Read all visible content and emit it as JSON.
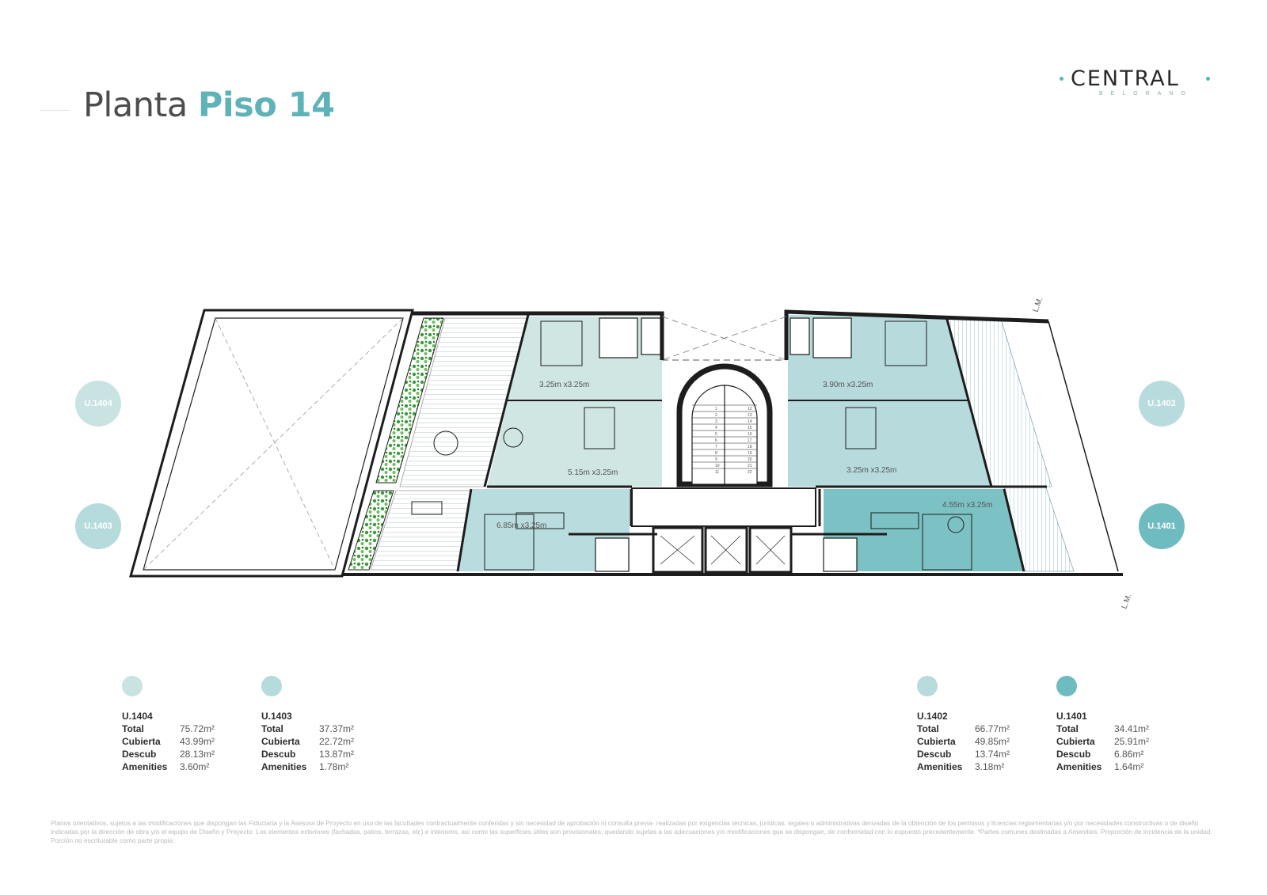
{
  "header": {
    "title_word1": "Planta",
    "title_word2": "Piso 14"
  },
  "logo": {
    "name": "CENTRAL",
    "subtitle": "BELGRANO"
  },
  "colors": {
    "accent": "#5fb3b8",
    "unit_1404": "#cfe6e3",
    "unit_1403": "#b9dcde",
    "unit_1402": "#b7dadd",
    "unit_1401": "#7cc2c4",
    "badge_1404": "#c8e3e1",
    "badge_1403": "#b6dbdc",
    "badge_1402": "#b8dbdd",
    "badge_1401": "#6fbcc0",
    "walls": "#1d1d1d",
    "plants": "#3a9a3e"
  },
  "plan": {
    "badges": [
      "U.1404",
      "U.1403",
      "U.1402",
      "U.1401"
    ],
    "lm_label": "L.M.",
    "dimensions": [
      "3.25m x3.25m",
      "5.15m x3.25m",
      "6.85m x3.25m",
      "3.90m x3.25m",
      "3.25m x3.25m",
      "4.55m x3.25m"
    ],
    "stair_numbers": [
      "1",
      "2",
      "3",
      "4",
      "5",
      "6",
      "7",
      "8",
      "9",
      "10",
      "11",
      "12",
      "13",
      "14",
      "15",
      "16",
      "17",
      "18",
      "19",
      "20",
      "21",
      "22"
    ]
  },
  "units": [
    {
      "name": "U.1404",
      "rows": [
        {
          "k": "Total",
          "v": "75.72m²"
        },
        {
          "k": "Cubierta",
          "v": "43.99m²"
        },
        {
          "k": "Descub",
          "v": "28.13m²"
        },
        {
          "k": "Amenities",
          "v": "3.60m²"
        }
      ]
    },
    {
      "name": "U.1403",
      "rows": [
        {
          "k": "Total",
          "v": "37.37m²"
        },
        {
          "k": "Cubierta",
          "v": "22.72m²"
        },
        {
          "k": "Descub",
          "v": "13.87m²"
        },
        {
          "k": "Amenities",
          "v": "1.78m²"
        }
      ]
    },
    {
      "name": "U.1402",
      "rows": [
        {
          "k": "Total",
          "v": "66.77m²"
        },
        {
          "k": "Cubierta",
          "v": "49.85m²"
        },
        {
          "k": "Descub",
          "v": "13.74m²"
        },
        {
          "k": "Amenities",
          "v": "3.18m²"
        }
      ]
    },
    {
      "name": "U.1401",
      "rows": [
        {
          "k": "Total",
          "v": "34.41m²"
        },
        {
          "k": "Cubierta",
          "v": "25.91m²"
        },
        {
          "k": "Descub",
          "v": "6.86m²"
        },
        {
          "k": "Amenities",
          "v": "1.64m²"
        }
      ]
    }
  ],
  "disclaimer": "Planos orientativos, sujetos a las modificaciones que dispongan las Fiduciaria y la Asesora de Proyecto en uso de las facultades contractualmente conferidas y sin necesidad de aprobación ni consulta previa- realizadas por exigencias técnicas, jurídicas, legales o administrativas derivadas de la obtención de los permisos y licencias reglamentarias y/o por necesidades constructivas o de diseño indicadas por la dirección de obra y/o el equipo de Diseño y Proyecto. Los elementos exteriores (fachadas, patios, terrazas, etc) e interiores, así como las superficies útiles son provisionales, quedando sujetas a las adecuaciones y/o modificaciones que se dispongan, de conformidad con lo expuesto precedentemente. *Partes comunes destinadas a Amenities. Proporción de incidencia de la unidad. Porción no escriturable como parte propia."
}
